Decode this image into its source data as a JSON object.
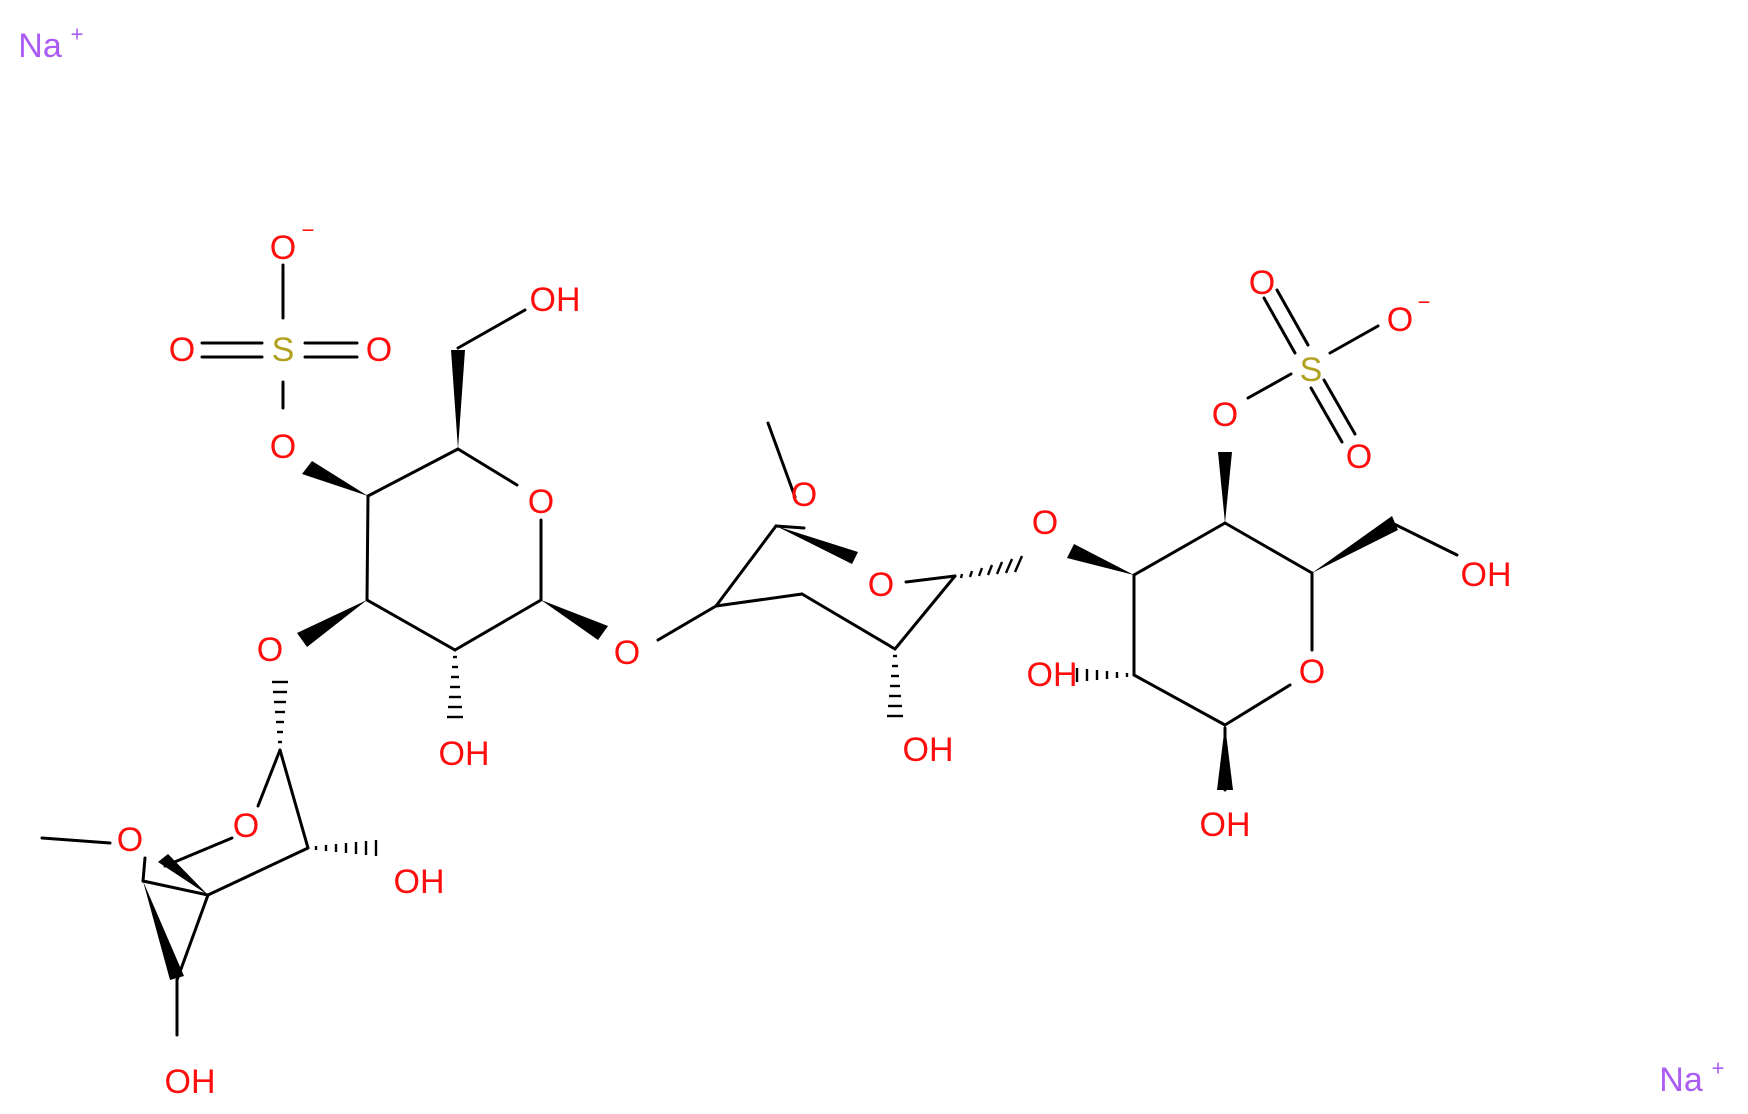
{
  "colors": {
    "bond": "#000000",
    "oxygen": "#ff0d0d",
    "sulfur": "#b2a01f",
    "sodium": "#ab5cf2",
    "background": "#ffffff"
  },
  "labels": {
    "na1": "Na",
    "na1_charge": "+",
    "na2": "Na",
    "na2_charge": "+",
    "s1": "S",
    "s1_o_minus": "O",
    "s1_o_minus_charge": "−",
    "s1_o_left": "O",
    "s1_o_right": "O",
    "s1_o_ester": "O",
    "ring1_o": "O",
    "ring1_ch2oh": "OH",
    "ring1_oh2": "OH",
    "link1_o": "O",
    "link_o_left": "O",
    "ring2_o": "O",
    "ring2_oh": "OH",
    "ring2_oh_bottom": "OH",
    "ring2_bridge_o": "O",
    "ring3_bridge_o": "O",
    "ring3_o": "O",
    "ring3_oh": "OH",
    "link2_o": "O",
    "ring4_o": "O",
    "ring4_ch2oh": "OH",
    "ring4_oh3": "OH",
    "ring4_oh4": "OH",
    "s2": "S",
    "s2_o_top": "O",
    "s2_o_minus": "O",
    "s2_o_minus_charge": "−",
    "s2_o_bottom": "O",
    "s2_o_ester": "O"
  }
}
